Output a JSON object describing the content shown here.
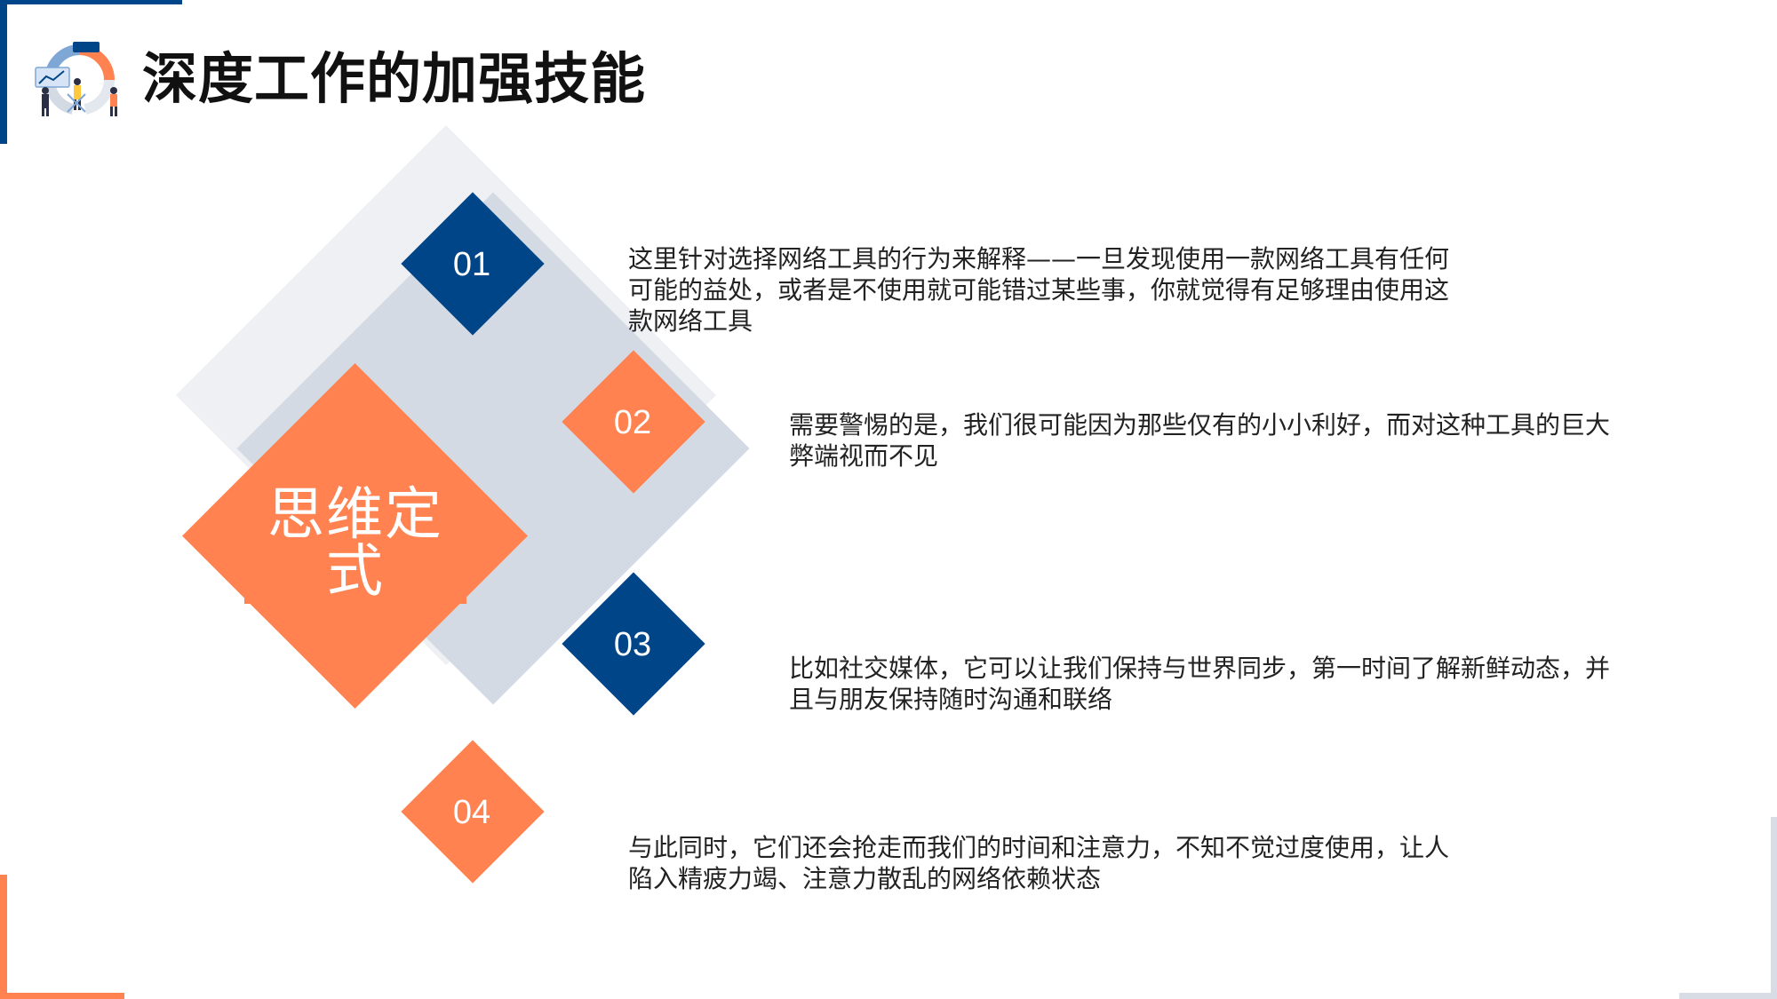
{
  "title": "深度工作的加强技能",
  "center": {
    "label": "思维定式"
  },
  "items": [
    {
      "number": "01",
      "text": "这里针对选择网络工具的行为来解释——一旦发现使用一款网络工具有任何可能的益处，或者是不使用就可能错过某些事，你就觉得有足够理由使用这款网络工具"
    },
    {
      "number": "02",
      "text": "需要警惕的是，我们很可能因为那些仅有的小小利好，而对这种工具的巨大弊端视而不见"
    },
    {
      "number": "03",
      "text": "比如社交媒体，它可以让我们保持与世界同步，第一时间了解新鲜动态，并且与朋友保持随时沟通和联络"
    },
    {
      "number": "04",
      "text": "与此同时，它们还会抢走而我们的时间和注意力，不知不觉过度使用，让人陷入精疲力竭、注意力散乱的网络依赖状态"
    }
  ],
  "colors": {
    "navy": "#004587",
    "orange": "#FF8250",
    "light_gray": "#EEF0F4",
    "mid_gray": "#D3DAE3"
  }
}
